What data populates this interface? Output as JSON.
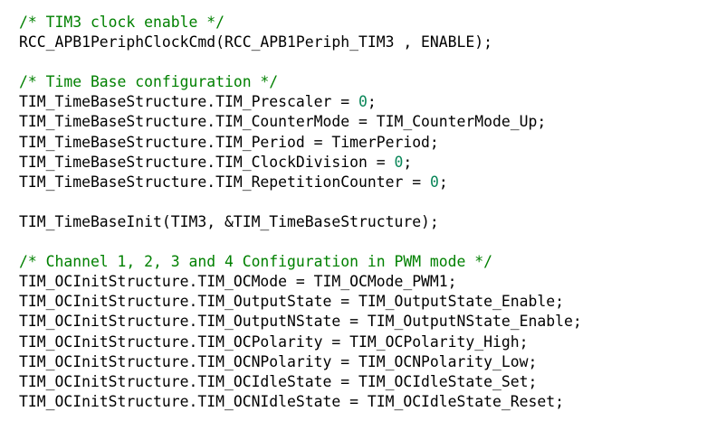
{
  "colors": {
    "background": "#ffffff",
    "code_text": "#000000",
    "comment": "#008000",
    "number_literal": "#098658"
  },
  "code": {
    "lines": [
      [
        {
          "type": "comment",
          "text": "/* TIM3 clock enable */"
        }
      ],
      [
        {
          "type": "plain",
          "text": "RCC_APB1PeriphClockCmd(RCC_APB1Periph_TIM3 , ENABLE);"
        }
      ],
      [],
      [
        {
          "type": "comment",
          "text": "/* Time Base configuration */"
        }
      ],
      [
        {
          "type": "plain",
          "text": "TIM_TimeBaseStructure.TIM_Prescaler = "
        },
        {
          "type": "num",
          "text": "0"
        },
        {
          "type": "plain",
          "text": ";"
        }
      ],
      [
        {
          "type": "plain",
          "text": "TIM_TimeBaseStructure.TIM_CounterMode = TIM_CounterMode_Up;"
        }
      ],
      [
        {
          "type": "plain",
          "text": "TIM_TimeBaseStructure.TIM_Period = TimerPeriod;"
        }
      ],
      [
        {
          "type": "plain",
          "text": "TIM_TimeBaseStructure.TIM_ClockDivision = "
        },
        {
          "type": "num",
          "text": "0"
        },
        {
          "type": "plain",
          "text": ";"
        }
      ],
      [
        {
          "type": "plain",
          "text": "TIM_TimeBaseStructure.TIM_RepetitionCounter = "
        },
        {
          "type": "num",
          "text": "0"
        },
        {
          "type": "plain",
          "text": ";"
        }
      ],
      [],
      [
        {
          "type": "plain",
          "text": "TIM_TimeBaseInit(TIM3, &TIM_TimeBaseStructure);"
        }
      ],
      [],
      [
        {
          "type": "comment",
          "text": "/* Channel 1, 2, 3 and 4 Configuration in PWM mode */"
        }
      ],
      [
        {
          "type": "plain",
          "text": "TIM_OCInitStructure.TIM_OCMode = TIM_OCMode_PWM1;"
        }
      ],
      [
        {
          "type": "plain",
          "text": "TIM_OCInitStructure.TIM_OutputState = TIM_OutputState_Enable;"
        }
      ],
      [
        {
          "type": "plain",
          "text": "TIM_OCInitStructure.TIM_OutputNState = TIM_OutputNState_Enable;"
        }
      ],
      [
        {
          "type": "plain",
          "text": "TIM_OCInitStructure.TIM_OCPolarity = TIM_OCPolarity_High;"
        }
      ],
      [
        {
          "type": "plain",
          "text": "TIM_OCInitStructure.TIM_OCNPolarity = TIM_OCNPolarity_Low;"
        }
      ],
      [
        {
          "type": "plain",
          "text": "TIM_OCInitStructure.TIM_OCIdleState = TIM_OCIdleState_Set;"
        }
      ],
      [
        {
          "type": "plain",
          "text": "TIM_OCInitStructure.TIM_OCNIdleState = TIM_OCIdleState_Reset;"
        }
      ]
    ]
  }
}
